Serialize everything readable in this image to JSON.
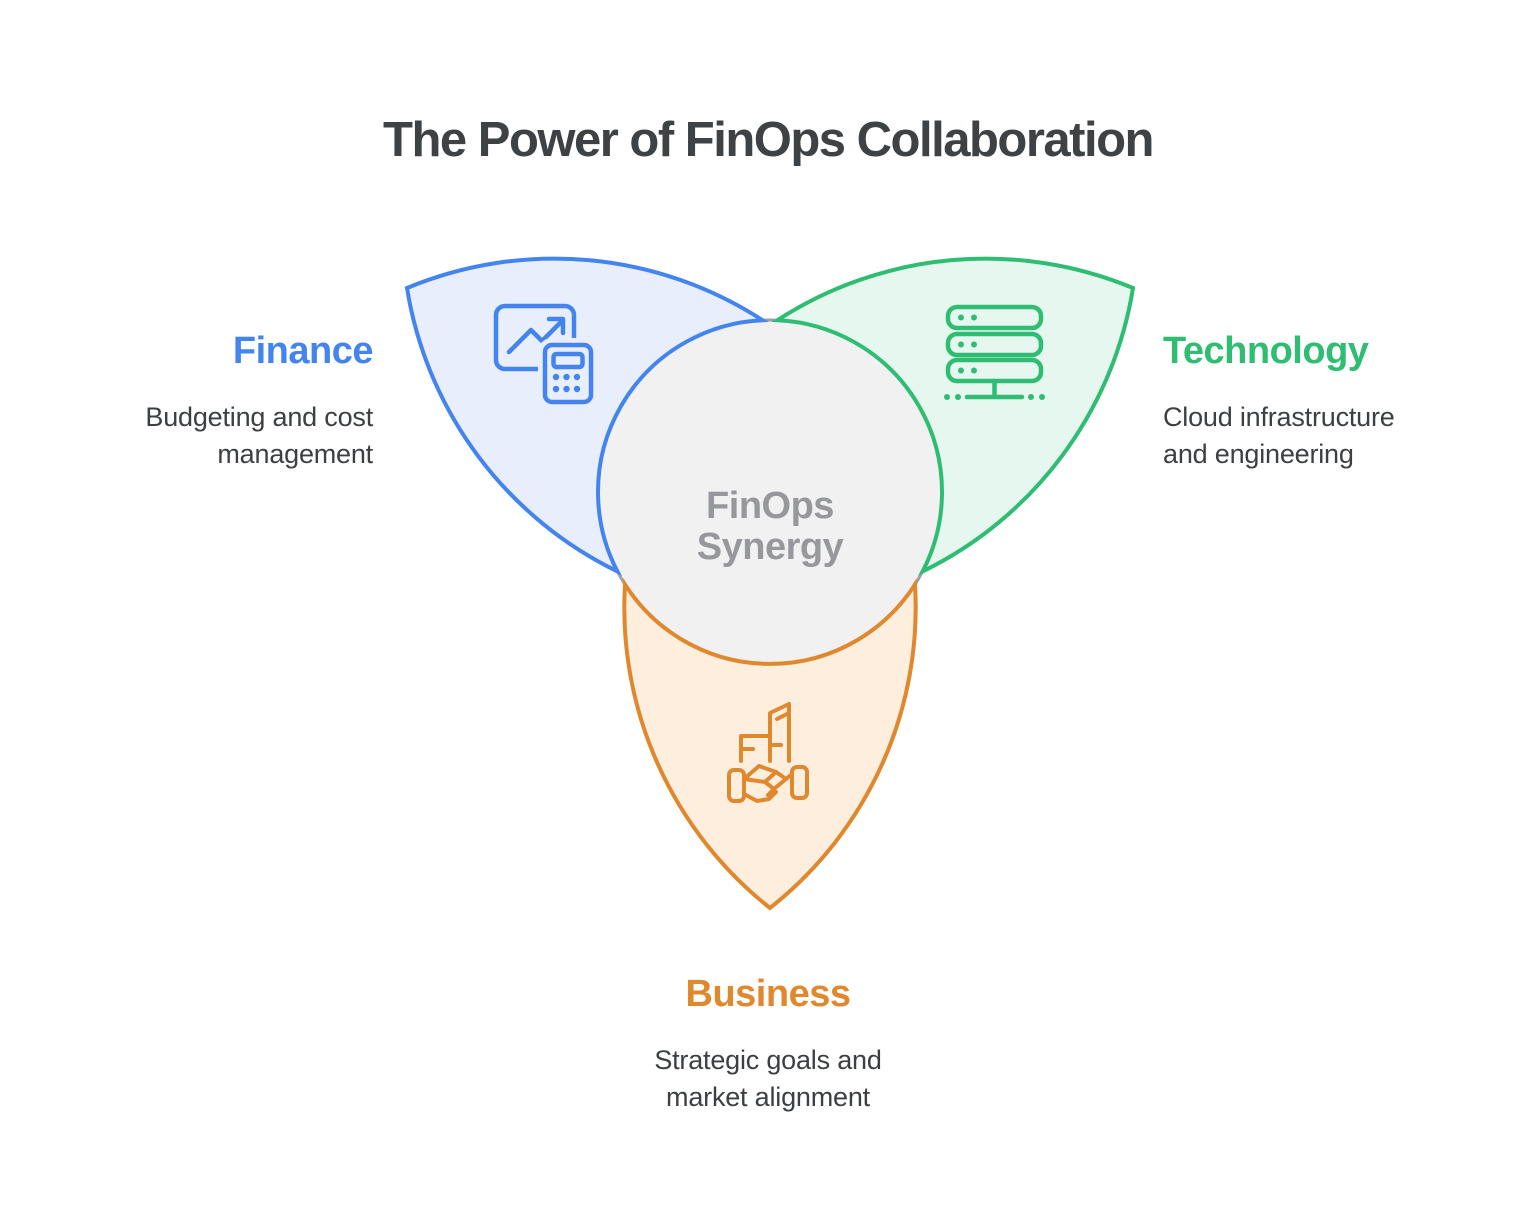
{
  "title": "The Power of FinOps Collaboration",
  "center": {
    "title_line1": "FinOps",
    "title_line2": "Synergy"
  },
  "center_circle": {
    "fill": "#f1f1f2",
    "stroke": "#9fa0a3",
    "text_color": "#97989c"
  },
  "petals": {
    "finance": {
      "label": "Finance",
      "desc_line1": "Budgeting and cost",
      "desc_line2": "management",
      "accent": "#4484ee",
      "fill": "#e8eefb",
      "icon": "chart-calculator-icon"
    },
    "technology": {
      "label": "Technology",
      "desc_line1": "Cloud infrastructure",
      "desc_line2": "and engineering",
      "accent": "#2ebd72",
      "fill": "#e5f7ee",
      "icon": "server-stack-icon"
    },
    "business": {
      "label": "Business",
      "desc_line1": "Strategic goals and",
      "desc_line2": "market alignment",
      "accent": "#e0882e",
      "fill": "#fdeede",
      "icon": "buildings-handshake-icon"
    }
  }
}
